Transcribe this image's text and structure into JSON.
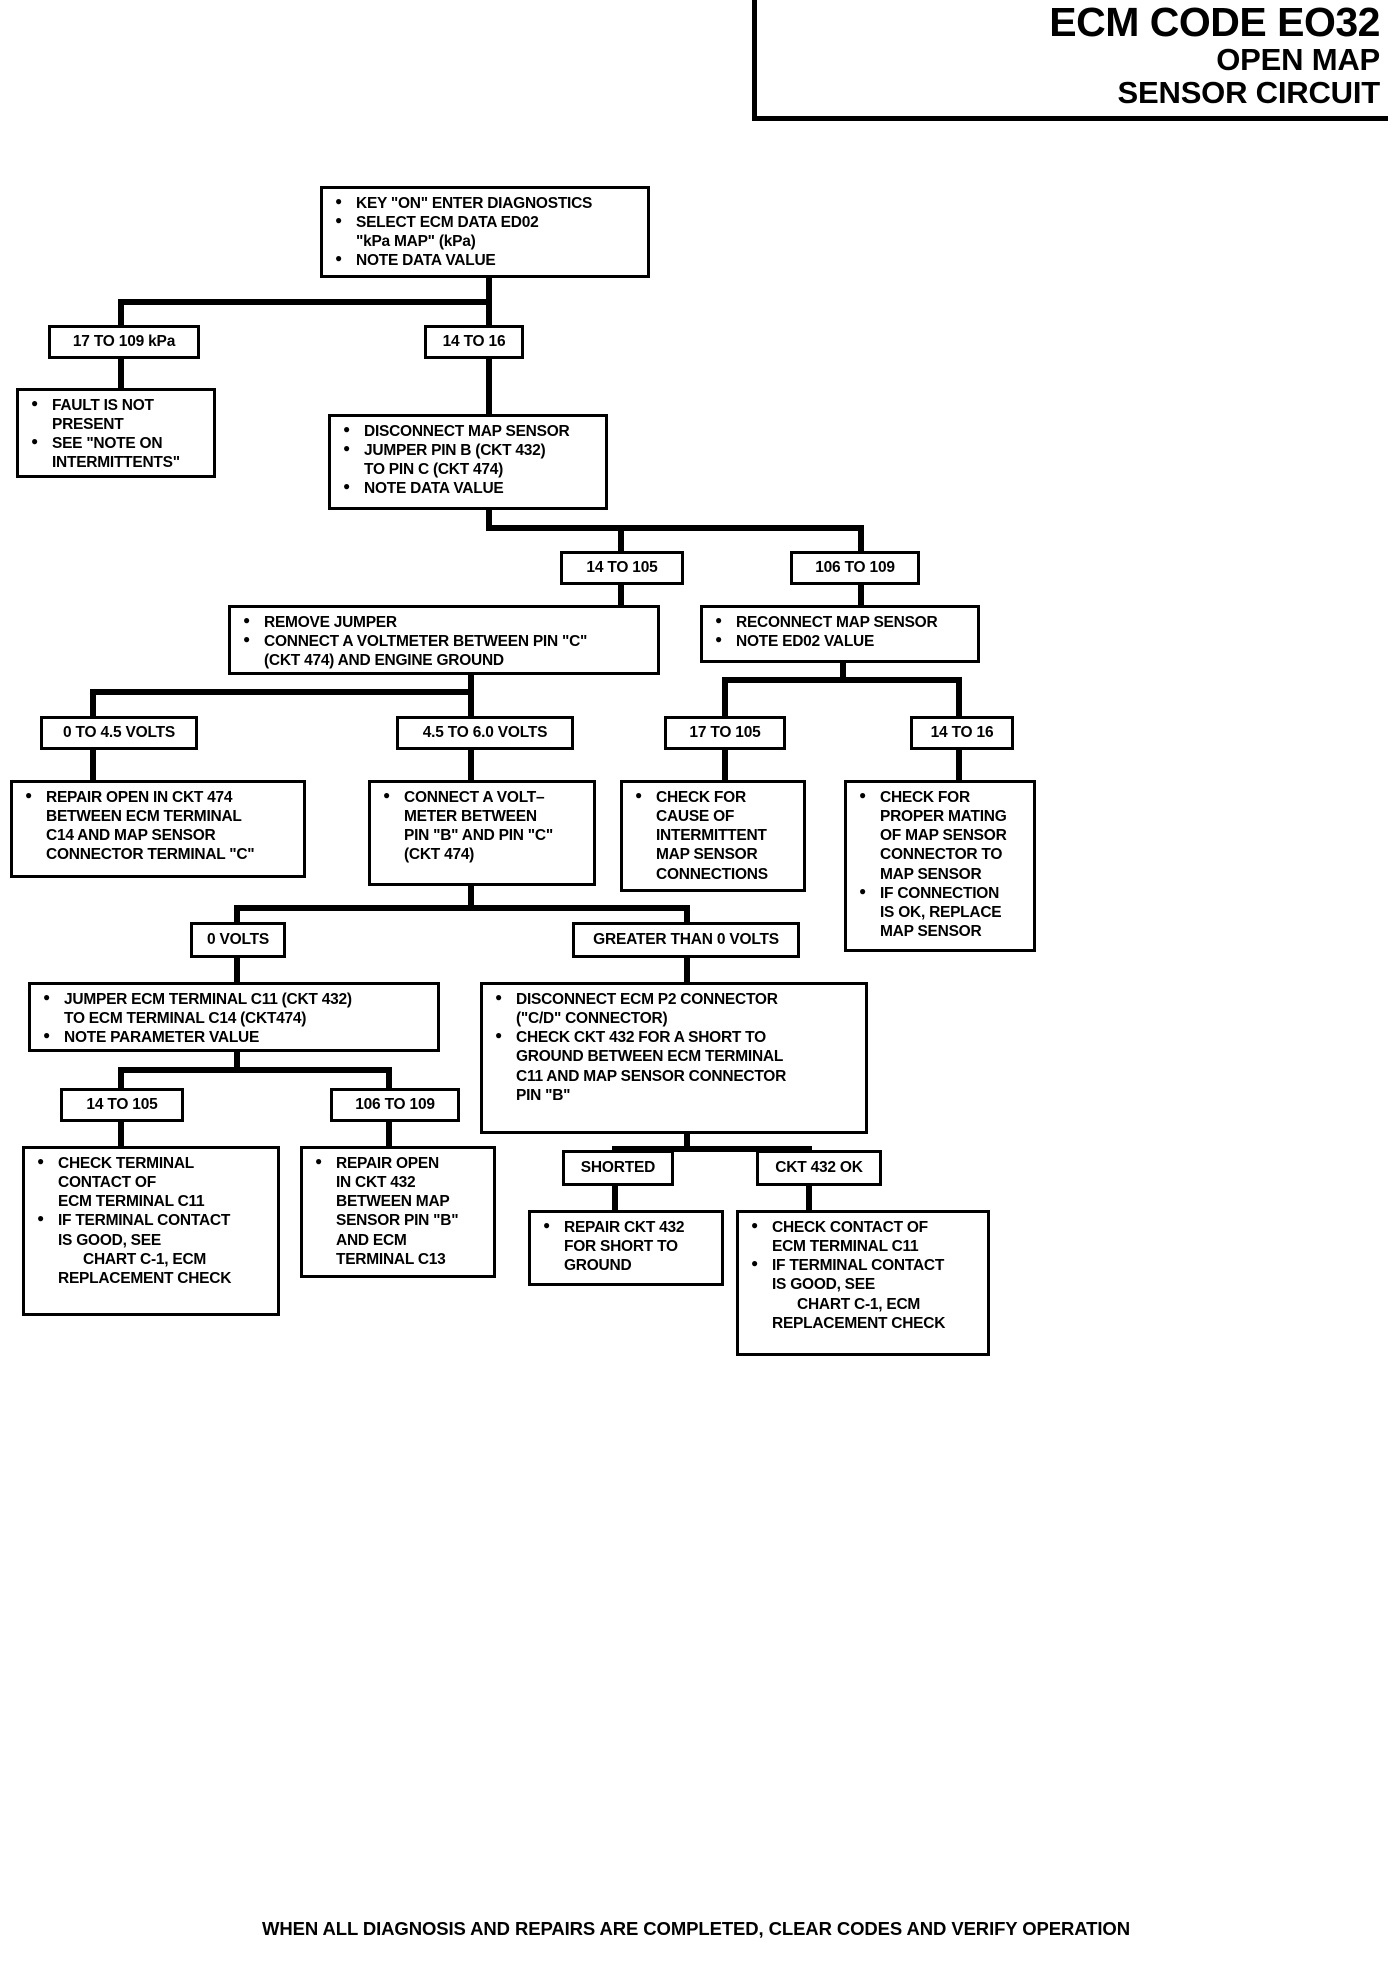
{
  "header": {
    "line1": "ECM CODE EO32",
    "line2": "OPEN MAP",
    "line3": "SENSOR CIRCUIT"
  },
  "footer": {
    "text": "WHEN ALL DIAGNOSIS AND REPAIRS ARE COMPLETED, CLEAR CODES AND VERIFY OPERATION"
  },
  "nodes": {
    "start": {
      "lines": [
        "KEY \"ON\" ENTER DIAGNOSTICS",
        "SELECT ECM DATA ED02",
        "\"kPa MAP\" (kPa)",
        "NOTE DATA VALUE"
      ]
    },
    "branch_17_109": {
      "label": "17 TO 109 kPa"
    },
    "branch_14_16_a": {
      "label": "14 TO 16"
    },
    "fault_not_present": {
      "lines": [
        "FAULT IS NOT",
        "PRESENT",
        "SEE \"NOTE ON",
        "INTERMITTENTS\""
      ]
    },
    "disconnect_map": {
      "lines": [
        "DISCONNECT MAP SENSOR",
        "JUMPER PIN B (CKT 432)",
        "TO PIN C (CKT 474)",
        "NOTE DATA VALUE"
      ]
    },
    "branch_14_105_a": {
      "label": "14 TO 105"
    },
    "branch_106_109_a": {
      "label": "106 TO 109"
    },
    "remove_jumper": {
      "lines": [
        "REMOVE JUMPER",
        "CONNECT A VOLTMETER BETWEEN PIN \"C\"",
        "(CKT 474) AND ENGINE GROUND"
      ]
    },
    "reconnect_map": {
      "lines": [
        "RECONNECT MAP SENSOR",
        "NOTE ED02 VALUE"
      ]
    },
    "branch_0_45v": {
      "label": "0 TO 4.5 VOLTS"
    },
    "branch_45_60v": {
      "label": "4.5 TO 6.0 VOLTS"
    },
    "branch_17_105": {
      "label": "17 TO 105"
    },
    "branch_14_16_b": {
      "label": "14 TO 16"
    },
    "repair_open_474": {
      "lines": [
        "REPAIR OPEN IN CKT 474",
        "BETWEEN ECM TERMINAL",
        "C14 AND MAP SENSOR",
        "CONNECTOR TERMINAL \"C\""
      ]
    },
    "connect_voltmeter_bc": {
      "lines": [
        "CONNECT A VOLT–",
        "METER BETWEEN",
        "PIN \"B\" AND PIN \"C\"",
        "(CKT 474)"
      ]
    },
    "check_intermittent": {
      "lines": [
        "CHECK  FOR",
        "CAUSE  OF",
        "INTERMITTENT",
        "MAP SENSOR",
        "CONNECTIONS"
      ]
    },
    "check_mating": {
      "lines": [
        "CHECK FOR",
        "PROPER MATING",
        "OF MAP SENSOR",
        "CONNECTOR TO",
        "MAP SENSOR",
        "IF CONNECTION",
        "IS OK, REPLACE",
        "MAP SENSOR"
      ]
    },
    "branch_0_volts": {
      "label": "0 VOLTS"
    },
    "branch_gt_0_volts": {
      "label": "GREATER THAN  0 VOLTS"
    },
    "jumper_c11_c14": {
      "lines": [
        "JUMPER ECM TERMINAL C11 (CKT 432)",
        "TO ECM TERMINAL C14 (CKT474)",
        "NOTE PARAMETER VALUE"
      ]
    },
    "disconnect_p2": {
      "lines": [
        "DISCONNECT ECM P2 CONNECTOR",
        "(\"C/D\" CONNECTOR)",
        "CHECK CKT 432 FOR A SHORT TO",
        "GROUND BETWEEN ECM TERMINAL",
        "C11 AND MAP SENSOR CONNECTOR",
        "PIN \"B\""
      ]
    },
    "branch_14_105_b": {
      "label": "14 TO 105"
    },
    "branch_106_109_b": {
      "label": "106 TO 109"
    },
    "branch_shorted": {
      "label": "SHORTED"
    },
    "branch_ckt432_ok": {
      "label": "CKT 432 OK"
    },
    "check_terminal_c11": {
      "lines": [
        "CHECK TERMINAL",
        "CONTACT OF",
        "ECM TERMINAL C11",
        "IF TERMINAL CONTACT",
        "IS GOOD, SEE",
        "CHART C-1, ECM",
        "REPLACEMENT CHECK"
      ]
    },
    "repair_open_432": {
      "lines": [
        "REPAIR OPEN",
        "IN CKT 432",
        "BETWEEN MAP",
        "SENSOR PIN \"B\"",
        "AND ECM",
        "TERMINAL C13"
      ]
    },
    "repair_432_short": {
      "lines": [
        "REPAIR CKT 432",
        "FOR SHORT TO",
        "GROUND"
      ]
    },
    "check_contact_c11": {
      "lines": [
        "CHECK CONTACT OF",
        "ECM TERMINAL C11",
        "IF TERMINAL CONTACT",
        "IS GOOD, SEE",
        "CHART C-1, ECM",
        "REPLACEMENT CHECK"
      ]
    }
  },
  "colors": {
    "ink": "#000000",
    "paper": "#ffffff"
  }
}
